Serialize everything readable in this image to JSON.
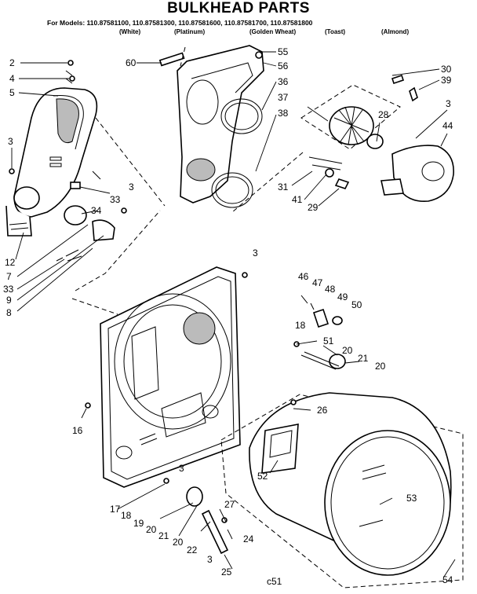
{
  "header": {
    "title": "BULKHEAD PARTS",
    "models_line": "For Models: 110.87581100, 110.87581300, 110.87581600, 110.87581700, 110.87581800",
    "colors": [
      "(White)",
      "(Platinum)",
      "(Golden Wheat)",
      "(Toast)",
      "(Almond)"
    ]
  },
  "footer_code": "c51",
  "callouts": [
    "2",
    "4",
    "5",
    "3",
    "3",
    "33",
    "34",
    "12",
    "7",
    "33",
    "9",
    "8",
    "60",
    "55",
    "56",
    "36",
    "37",
    "38",
    "31",
    "41",
    "29",
    "30",
    "39",
    "3",
    "28",
    "44",
    "3",
    "46",
    "47",
    "48",
    "49",
    "50",
    "18",
    "51",
    "20",
    "21",
    "20",
    "26",
    "16",
    "52",
    "3",
    "17",
    "18",
    "19",
    "20",
    "21",
    "20",
    "22",
    "27",
    "24",
    "3",
    "25",
    "53",
    "54"
  ],
  "colors_hex": {
    "ink": "#000000",
    "paper": "#ffffff",
    "stipple": "#bbbbbb"
  }
}
